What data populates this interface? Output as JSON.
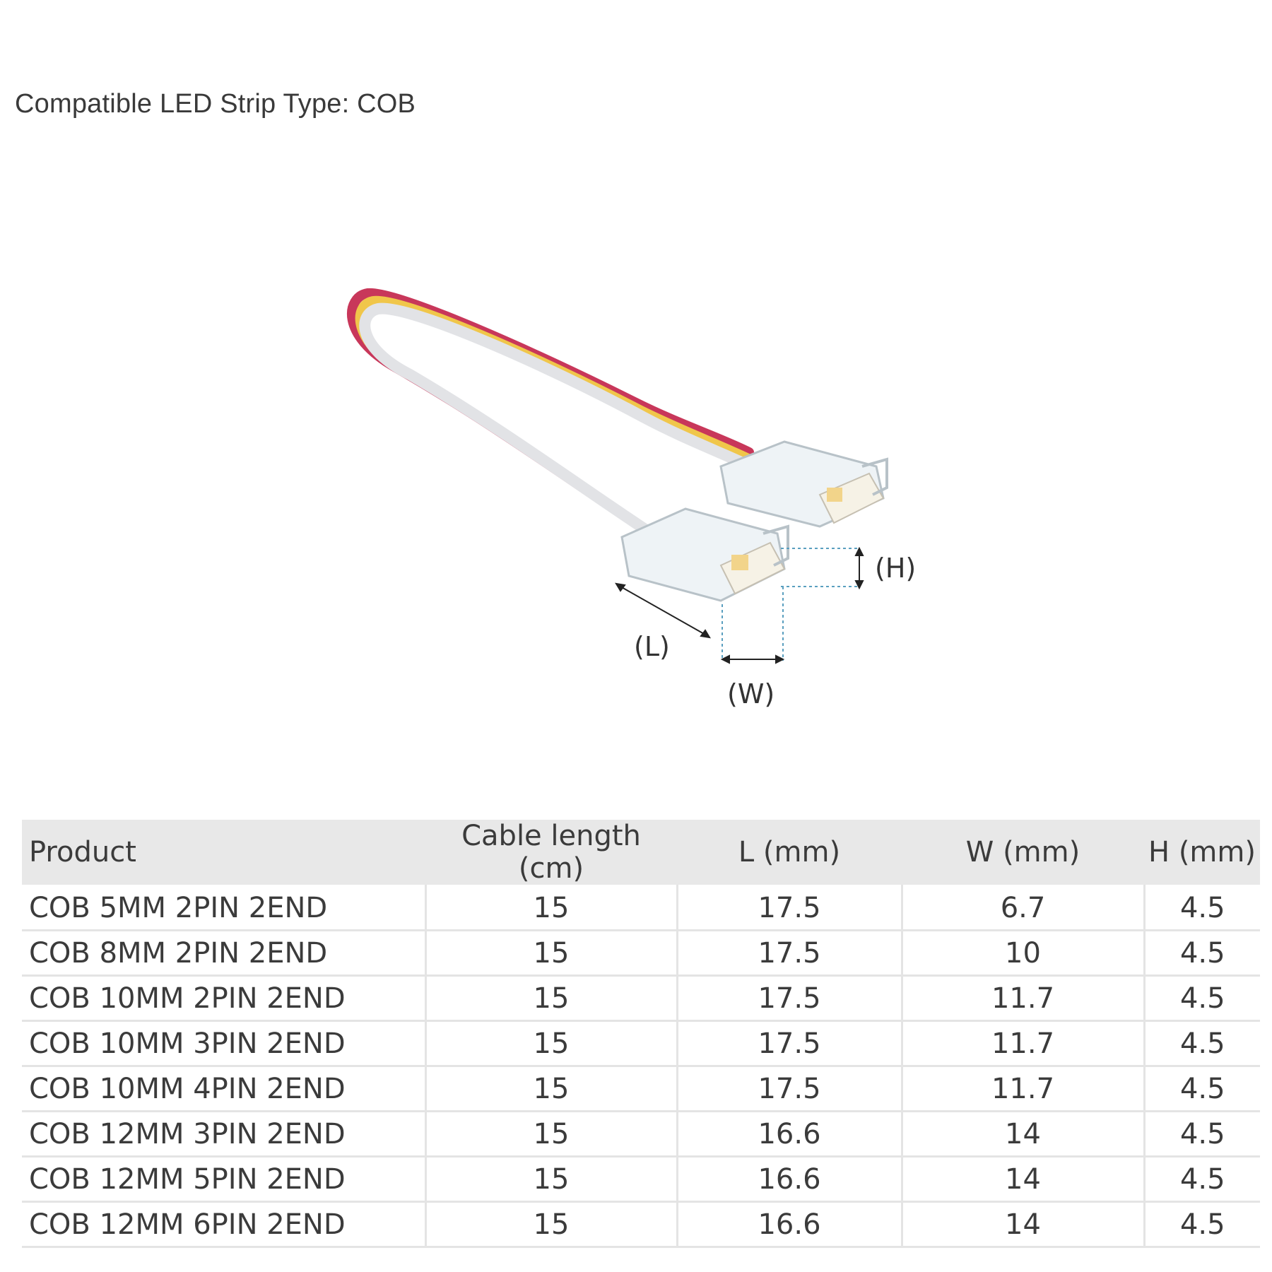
{
  "header": {
    "title": "Compatible LED Strip Type: COB"
  },
  "diagram": {
    "labels": {
      "length": "(L)",
      "width": "(W)",
      "height": "(H)"
    },
    "wire_colors": [
      "#e6e6e8",
      "#f0c64a",
      "#c8375a"
    ]
  },
  "table": {
    "headers": [
      "Product",
      "Cable length (cm)",
      "L (mm)",
      "W (mm)",
      "H (mm)"
    ],
    "rows": [
      [
        "COB 5MM 2PIN 2END",
        "15",
        "17.5",
        "6.7",
        "4.5"
      ],
      [
        "COB 8MM 2PIN 2END",
        "15",
        "17.5",
        "10",
        "4.5"
      ],
      [
        "COB 10MM 2PIN 2END",
        "15",
        "17.5",
        "11.7",
        "4.5"
      ],
      [
        "COB 10MM 3PIN 2END",
        "15",
        "17.5",
        "11.7",
        "4.5"
      ],
      [
        "COB 10MM 4PIN 2END",
        "15",
        "17.5",
        "11.7",
        "4.5"
      ],
      [
        "COB 12MM 3PIN 2END",
        "15",
        "16.6",
        "14",
        "4.5"
      ],
      [
        "COB 12MM 5PIN 2END",
        "15",
        "16.6",
        "14",
        "4.5"
      ],
      [
        "COB 12MM 6PIN 2END",
        "15",
        "16.6",
        "14",
        "4.5"
      ]
    ]
  }
}
